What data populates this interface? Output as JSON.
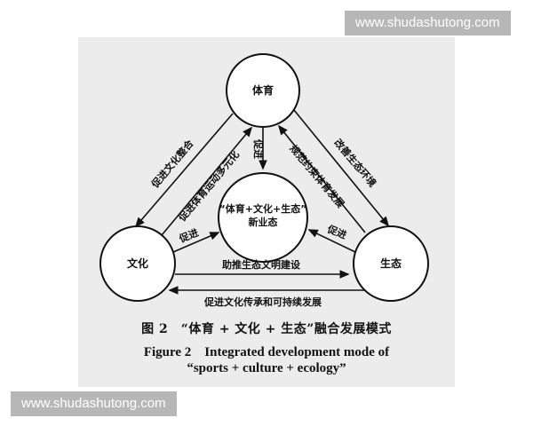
{
  "nodes": {
    "top": "体育",
    "left": "文化",
    "right": "生态",
    "center_line1": "“体育+文化+生态”",
    "center_line2": "新业态"
  },
  "edges": {
    "top_left_outer": "促进文化整合",
    "top_left_inner": "促进体育运动多元化",
    "top_center": "促进",
    "top_right_outer": "改善生态环境",
    "top_right_inner": "规范约束体育发展",
    "left_center": "促进",
    "right_center": "促进",
    "bottom_upper": "助推生态文明建设",
    "bottom_lower": "促进文化传承和可持续发展"
  },
  "caption": {
    "cn": "图 2　“体育 + 文化 + 生态”融合发展模式",
    "en_line1": "Figure 2　Integrated development mode of",
    "en_line2": "“sports + culture + ecology”"
  },
  "watermark": {
    "top": "www.shudashutong.com",
    "bottom": "www.shudashutong.com"
  }
}
